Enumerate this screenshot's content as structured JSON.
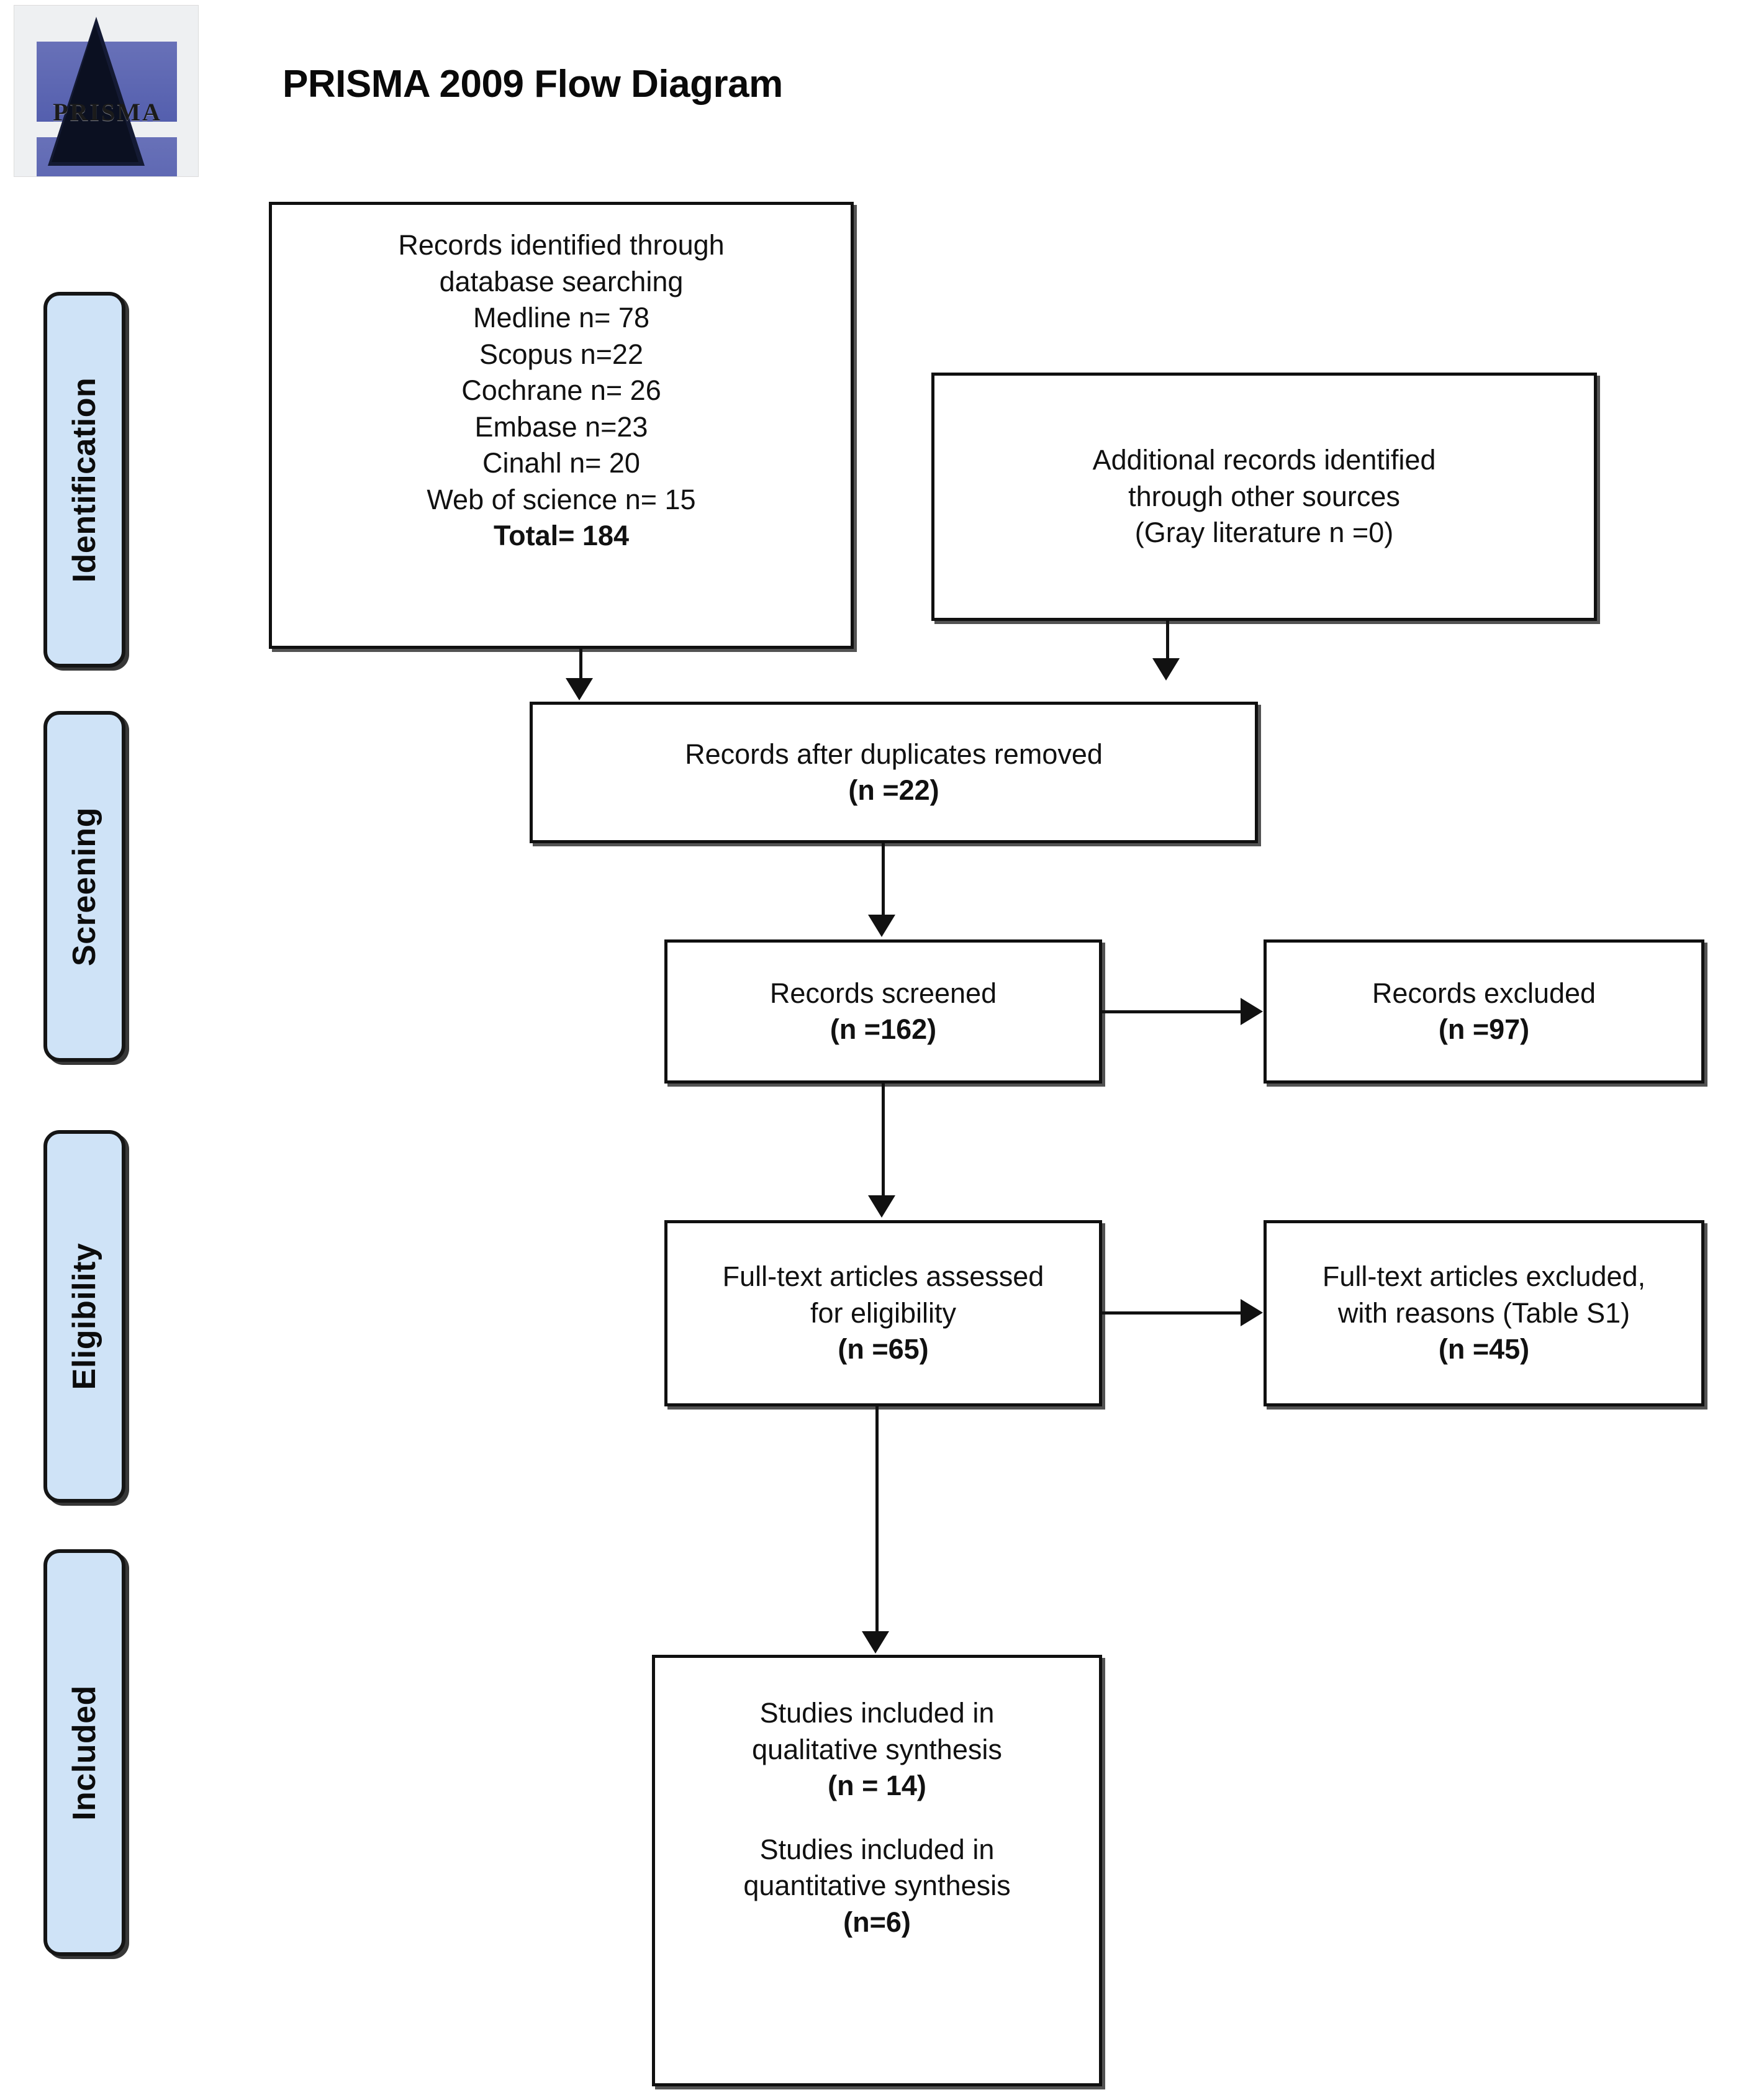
{
  "header": {
    "title": "PRISMA 2009 Flow Diagram",
    "logo_text": "PRISMA",
    "logo_icon": "prisma-prism-logo"
  },
  "colors": {
    "stage_pill_fill": "#cfe3f7",
    "stage_pill_border": "#151515",
    "box_border": "#101010",
    "box_fill": "#ffffff",
    "text": "#111111",
    "logo_band": "#545fae"
  },
  "stages": [
    {
      "id": "identification",
      "label": "Identification"
    },
    {
      "id": "screening",
      "label": "Screening"
    },
    {
      "id": "eligibility",
      "label": "Eligibility"
    },
    {
      "id": "included",
      "label": "Included"
    }
  ],
  "boxes": {
    "identified": {
      "lines": [
        "Records identified through",
        "database searching",
        "Medline n= 78",
        "Scopus n=22",
        "Cochrane n= 26",
        "Embase n=23",
        "Cinahl n= 20",
        "Web of science n= 15"
      ],
      "total": "Total= 184"
    },
    "additional": {
      "lines": [
        "Additional records identified",
        "through other sources",
        "(Gray literature n =0)"
      ]
    },
    "duplicates": {
      "line1": "Records after duplicates removed",
      "count": "(n =22)"
    },
    "screened": {
      "line1": "Records screened",
      "count": "(n =162)"
    },
    "records_excluded": {
      "line1": "Records excluded",
      "count": "(n =97)"
    },
    "fulltext_assessed": {
      "line1": "Full-text articles assessed",
      "line2": "for eligibility",
      "count": "(n =65)"
    },
    "fulltext_excluded": {
      "line1": "Full-text articles excluded,",
      "line2": "with reasons (Table S1)",
      "count": "(n =45)"
    },
    "studies_included": {
      "qual_line1": "Studies included in",
      "qual_line2": "qualitative synthesis",
      "qual_count": "(n = 14)",
      "quant_line1": "Studies included in",
      "quant_line2": "quantitative synthesis",
      "quant_count": "(n=6)"
    }
  },
  "chart_data": {
    "type": "diagram",
    "title": "PRISMA 2009 Flow Diagram",
    "nodes": [
      {
        "id": "identified",
        "stage": "Identification",
        "label": "Records identified through database searching",
        "n": 184,
        "breakdown": [
          {
            "source": "Medline",
            "n": 78
          },
          {
            "source": "Scopus",
            "n": 22
          },
          {
            "source": "Cochrane",
            "n": 26
          },
          {
            "source": "Embase",
            "n": 23
          },
          {
            "source": "Cinahl",
            "n": 20
          },
          {
            "source": "Web of science",
            "n": 15
          }
        ]
      },
      {
        "id": "additional",
        "stage": "Identification",
        "label": "Additional records identified through other sources (Gray literature)",
        "n": 0
      },
      {
        "id": "duplicates",
        "stage": "Screening",
        "label": "Records after duplicates removed",
        "n": 22
      },
      {
        "id": "screened",
        "stage": "Screening",
        "label": "Records screened",
        "n": 162
      },
      {
        "id": "records_excluded",
        "stage": "Screening",
        "label": "Records excluded",
        "n": 97
      },
      {
        "id": "fulltext_assessed",
        "stage": "Eligibility",
        "label": "Full-text articles assessed for eligibility",
        "n": 65
      },
      {
        "id": "fulltext_excluded",
        "stage": "Eligibility",
        "label": "Full-text articles excluded, with reasons (Table S1)",
        "n": 45
      },
      {
        "id": "qualitative",
        "stage": "Included",
        "label": "Studies included in qualitative synthesis",
        "n": 14
      },
      {
        "id": "quantitative",
        "stage": "Included",
        "label": "Studies included in quantitative synthesis",
        "n": 6
      }
    ],
    "edges": [
      {
        "from": "identified",
        "to": "duplicates",
        "direction": "down"
      },
      {
        "from": "additional",
        "to": "duplicates",
        "direction": "down"
      },
      {
        "from": "duplicates",
        "to": "screened",
        "direction": "down"
      },
      {
        "from": "screened",
        "to": "records_excluded",
        "direction": "right"
      },
      {
        "from": "screened",
        "to": "fulltext_assessed",
        "direction": "down"
      },
      {
        "from": "fulltext_assessed",
        "to": "fulltext_excluded",
        "direction": "right"
      },
      {
        "from": "fulltext_assessed",
        "to": "qualitative",
        "direction": "down"
      }
    ]
  }
}
